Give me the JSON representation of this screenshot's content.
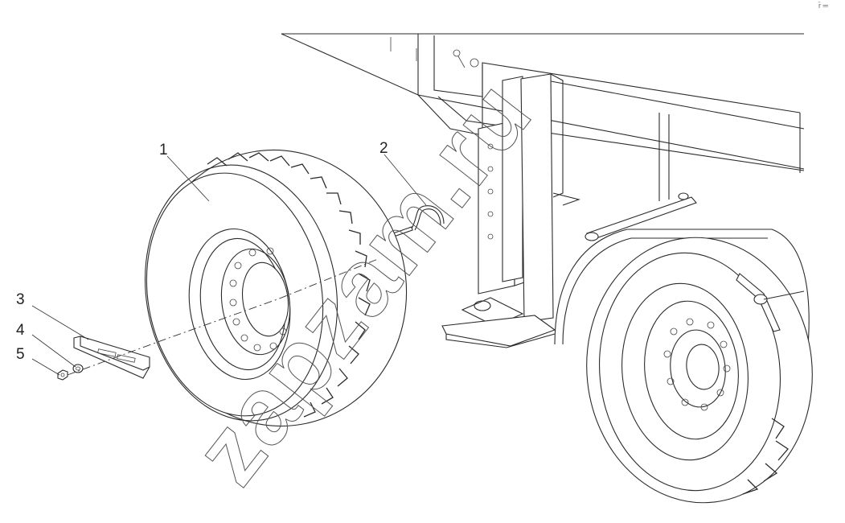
{
  "callouts": [
    {
      "id": "1",
      "label": "1"
    },
    {
      "id": "2",
      "label": "2"
    },
    {
      "id": "3",
      "label": "3"
    },
    {
      "id": "4",
      "label": "4"
    },
    {
      "id": "5",
      "label": "5"
    }
  ],
  "watermark": "zapzam.ru",
  "corner_mark": "r̄ ═"
}
